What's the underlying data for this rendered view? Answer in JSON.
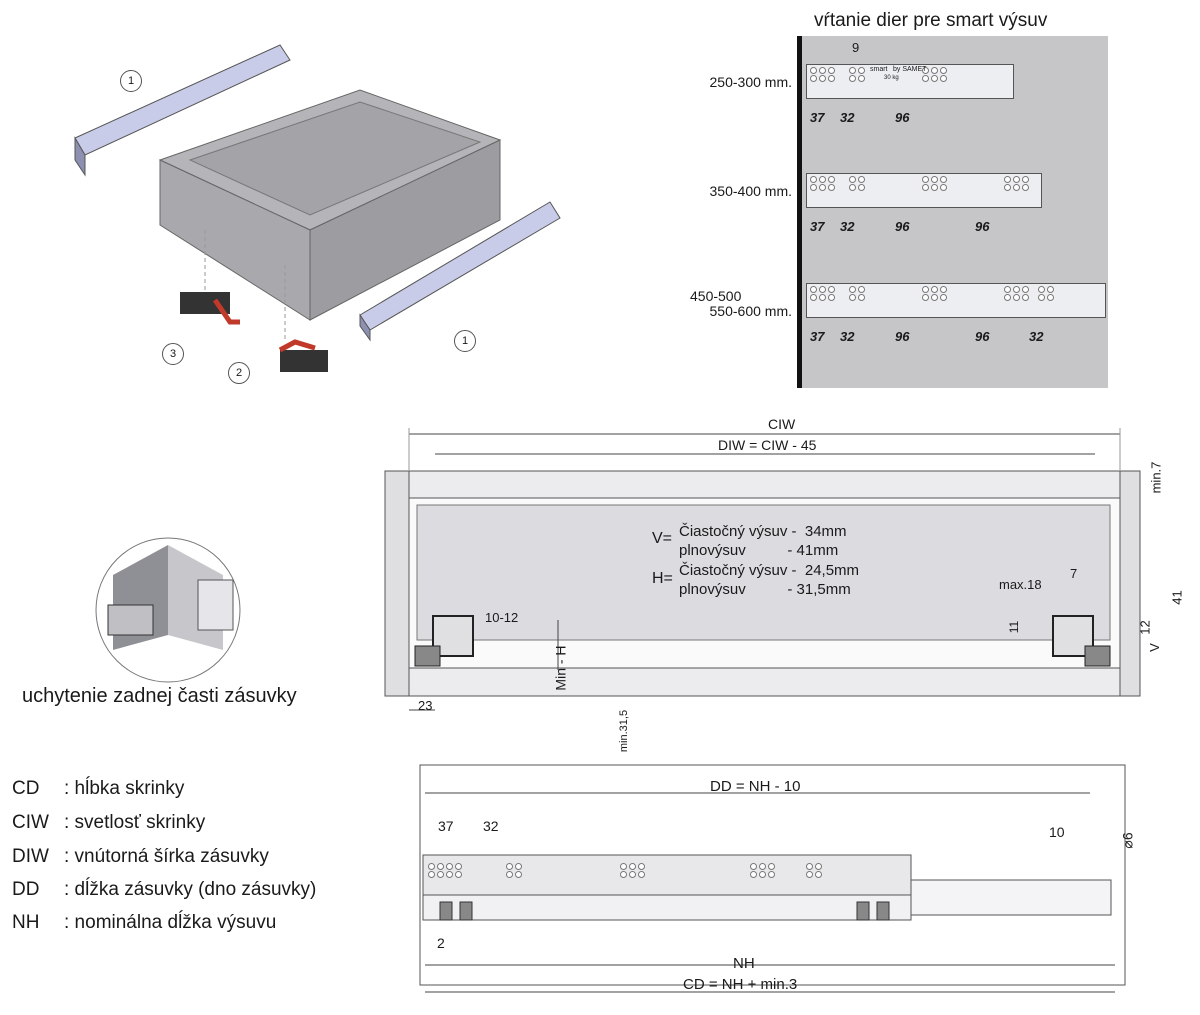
{
  "hole_panel": {
    "title": "vŕtanie dier pre smart výsuv",
    "ranges": [
      {
        "label": "250-300 mm.",
        "dims": [
          "37",
          "32",
          "96"
        ]
      },
      {
        "label": "350-400 mm.",
        "dims": [
          "37",
          "32",
          "96",
          "96"
        ]
      },
      {
        "label_line1": "450-500",
        "label_line2": "550-600 mm.",
        "dims": [
          "37",
          "32",
          "96",
          "96",
          "32"
        ]
      }
    ],
    "top_dim": "9",
    "rail_brand": "smart",
    "rail_by": "by SAMET",
    "rail_load": "30 kg"
  },
  "assembly": {
    "callouts": [
      "1",
      "1",
      "2",
      "3"
    ]
  },
  "rear_detail": {
    "caption": "uchytenie zadnej časti zásuvky"
  },
  "front_view": {
    "ciw": "CIW",
    "diw": "DIW = CIW - 45",
    "min7": "min.7",
    "v_prefix": "V=",
    "v_line1": "Čiastočný výsuv -  34mm",
    "v_line2": "plnovýsuv          - 41mm",
    "h_prefix": "H=",
    "h_line1": "Čiastočný výsuv -  24,5mm",
    "h_line2": "plnovýsuv          - 31,5mm",
    "dim_10_12": "10-12",
    "min_h": "Min - H",
    "dim_23": "23",
    "max18": "max.18",
    "dim_7": "7",
    "dim_11": "11",
    "dim_12": "12",
    "dim_v": "V",
    "dim_41": "41",
    "min315": "min.31,5"
  },
  "side_view": {
    "dd": "DD = NH - 10",
    "dim_37": "37",
    "dim_32": "32",
    "dim_10": "10",
    "dim_d6": "⌀6",
    "dim_2": "2",
    "nh": "NH",
    "cd": "CD = NH + min.3"
  },
  "legend": [
    {
      "key": "CD",
      "desc": ": hĺbka skrinky"
    },
    {
      "key": "CIW",
      "desc": ": svetlosť skrinky"
    },
    {
      "key": "DIW",
      "desc": ": vnútorná šírka zásuvky"
    },
    {
      "key": "DD",
      "desc": ": dĺžka zásuvky (dno zásuvky)"
    },
    {
      "key": "NH",
      "desc": ": nominálna dĺžka výsuvu"
    }
  ]
}
